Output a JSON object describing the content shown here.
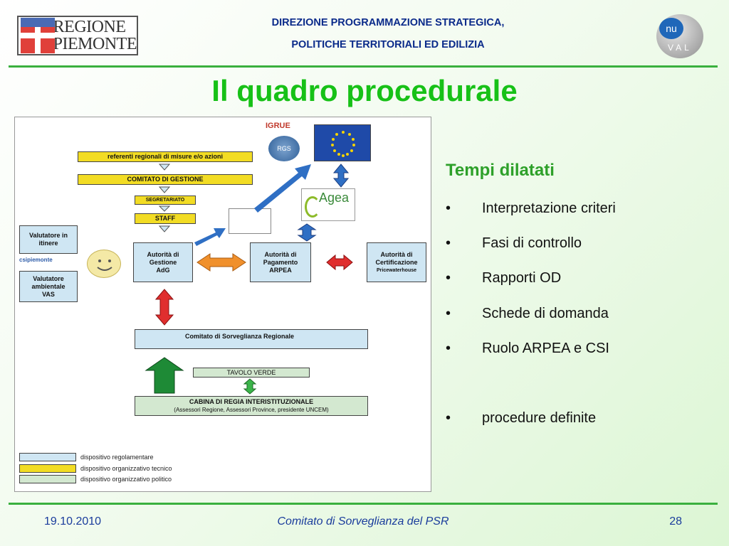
{
  "logo_left": {
    "line1": "REGIONE",
    "line2": "PIEMONTE"
  },
  "header": {
    "line1": "DIREZIONE PROGRAMMAZIONE STRATEGICA,",
    "line2": "POLITICHE TERRITORIALI ED EDILIZIA"
  },
  "logo_right": {
    "top": "nu",
    "bottom": "VAL"
  },
  "title": "Il quadro procedurale",
  "diagram": {
    "igrue": "IGRUE",
    "rgs": "RGS",
    "referenti": "referenti regionali di misure e/o azioni",
    "comitato_gestione": "COMITATO DI GESTIONE",
    "segretariato": "SEGRETARIATO",
    "staff": "STAFF",
    "valutatore_itinere": "Valutatore in itinere",
    "csi": "csipiemonte",
    "valutatore_vas": "Valutatore ambientale VAS",
    "adg": "Autorità di Gestione AdG",
    "arpea": "Autorità di Pagamento ARPEA",
    "certificazione": "Autorità di Certificazione",
    "pwc": "Pricewaterhouse",
    "agea": "Agea",
    "comitato_sorveglianza": "Comitato di Sorveglianza Regionale",
    "tavolo_verde": "TAVOLO VERDE",
    "cabina_regia_1": "CABINA DI REGIA INTERISTITUZIONALE",
    "cabina_regia_2": "(Assessori Regione, Assessori Province, presidente UNCEM)",
    "legend": [
      {
        "label": "dispositivo regolamentare",
        "color": "#cfe6f3"
      },
      {
        "label": "dispositivo organizzativo tecnico",
        "color": "#f2dc24"
      },
      {
        "label": "dispositivo organizzativo politico",
        "color": "#d3e8d0"
      }
    ]
  },
  "right_panel": {
    "heading": "Tempi dilatati",
    "bullet_char": "•",
    "items": [
      "Interpretazione criteri",
      "Fasi di controllo",
      "Rapporti OD",
      "Schede di domanda",
      "Ruolo ARPEA e CSI",
      "procedure definite"
    ]
  },
  "footer": {
    "date": "19.10.2010",
    "center": "Comitato di Sorveglianza del PSR",
    "page": "28"
  },
  "colors": {
    "title_green": "#17c117",
    "header_blue": "#0a2a8a",
    "rule_green": "#3ab03e"
  }
}
